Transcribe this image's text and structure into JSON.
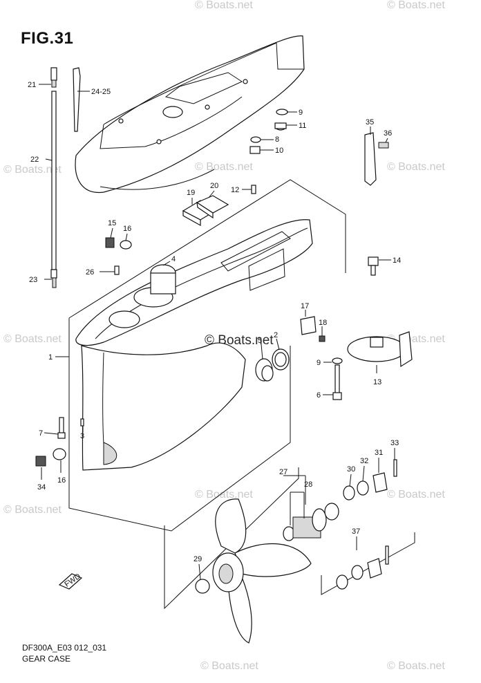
{
  "figure": {
    "title": "FIG.31",
    "model_code": "DF300A_E03 012_031",
    "section_name": "GEAR CASE"
  },
  "watermarks": [
    "© Boats.net",
    "© Boats.net",
    "© Boats.net",
    "© Boats.net",
    "© Boats.net",
    "© Boats.net",
    "© Boats.net",
    "© Boats.net",
    "© Boats.net",
    "© Boats.net",
    "© Boats.net",
    "© Boats.net"
  ],
  "center_watermark": "© Boats.net",
  "fwd_label": "FWD",
  "callouts": {
    "c21": "21",
    "c2425": "24-25",
    "c22": "22",
    "c23": "23",
    "c9a": "9",
    "c11": "11",
    "c8": "8",
    "c10": "10",
    "c35": "35",
    "c36": "36",
    "c19": "19",
    "c20": "20",
    "c12": "12",
    "c15": "15",
    "c16a": "16",
    "c26": "26",
    "c4": "4",
    "c14": "14",
    "c17": "17",
    "c18": "18",
    "c5": "5",
    "c2": "2",
    "c1": "1",
    "c9b": "9",
    "c6": "6",
    "c13": "13",
    "c7": "7",
    "c3": "3",
    "c34": "34",
    "c16b": "16",
    "c27": "27",
    "c28": "28",
    "c30": "30",
    "c32": "32",
    "c31": "31",
    "c33": "33",
    "c37": "37",
    "c29": "29"
  }
}
